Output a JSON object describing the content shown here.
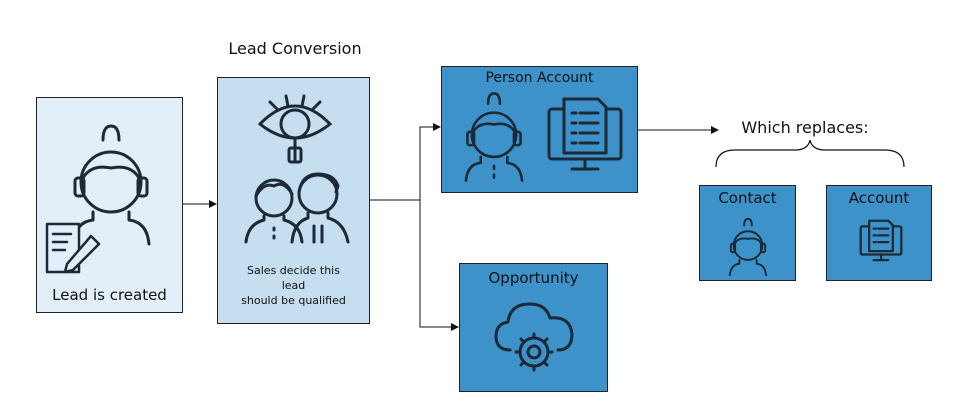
{
  "title": "Lead Conversion",
  "nodes": {
    "lead": {
      "label": "Lead is created"
    },
    "conversion": {
      "caption_line1": "Sales decide this",
      "caption_line2": "lead",
      "caption_line3": "should be qualified"
    },
    "person_account": {
      "label": "Person Account"
    },
    "opportunity": {
      "label": "Opportunity"
    },
    "replaces": {
      "label": "Which replaces:"
    },
    "contact": {
      "label": "Contact"
    },
    "account": {
      "label": "Account"
    }
  },
  "icons": [
    "person-headset-icon",
    "document-pen-icon",
    "eye-magnifier-icon",
    "two-people-icon",
    "monitor-document-icon",
    "cloud-gear-icon"
  ],
  "colors": {
    "light_box": "#e2eff9",
    "mid_box": "#c6dff0",
    "dark_box": "#3d93c9",
    "stroke": "#1b2a36"
  }
}
